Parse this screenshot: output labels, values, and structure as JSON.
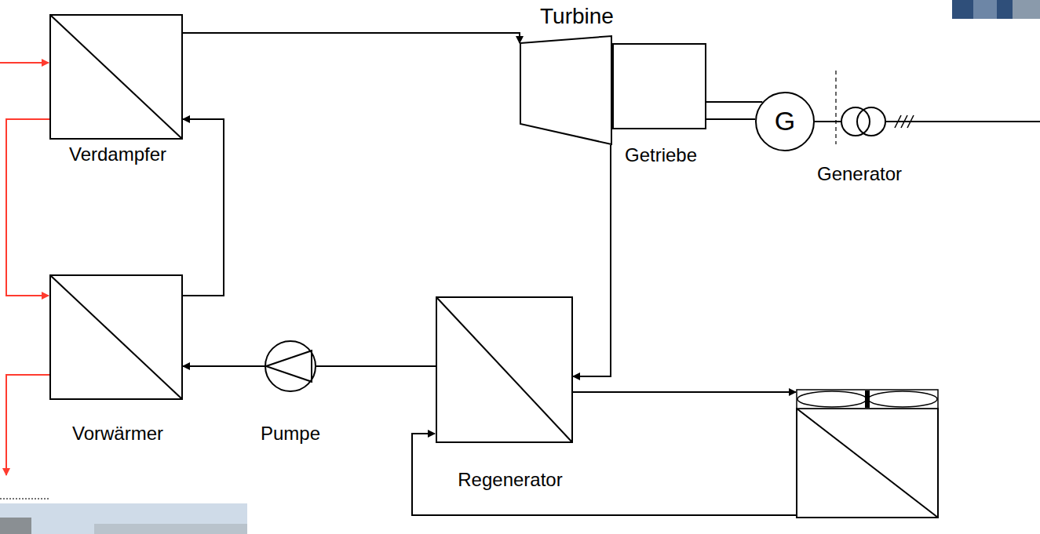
{
  "diagram": {
    "nodes": [
      {
        "text": [
          "Verdampfer"
        ]
      },
      {
        "text": [
          "Turbine"
        ]
      },
      {
        "text": [
          "Getriebe"
        ]
      },
      {
        "text": [
          "G",
          "Generator"
        ]
      },
      {
        "text": [
          "Vorwärmer"
        ]
      },
      {
        "text": [
          "Pumpe"
        ]
      },
      {
        "text": [
          "Regenerator"
        ]
      }
    ],
    "edges": [
      {
        "from": 0,
        "to": 1,
        "arrow": "to"
      },
      {
        "from": 1,
        "to": 6,
        "arrow": "to"
      },
      {
        "from": 6,
        "to": 5,
        "arrow": "none"
      },
      {
        "from": 5,
        "to": 4,
        "arrow": "to"
      },
      {
        "from": 4,
        "to": 0,
        "arrow": "to"
      },
      {
        "from": 2,
        "to": 3,
        "arrow": "none"
      }
    ]
  }
}
